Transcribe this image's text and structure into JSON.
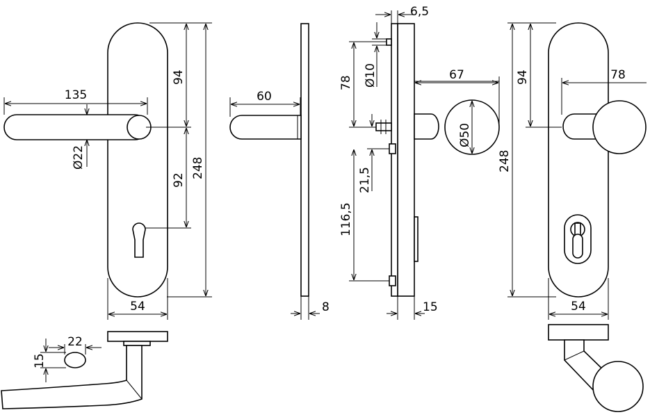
{
  "dimensions": {
    "handle_length": "135",
    "handle_diameter": "Ø22",
    "upper_to_spindle": "94",
    "spindle_to_keyhole": "92",
    "plate_height": "248",
    "plate_width": "54",
    "side_projection": "60",
    "plate_thickness": "8",
    "top_offset": "6,5",
    "pin_diameter": "Ø10",
    "top_to_spindle": "78",
    "knob_projection": "67",
    "knob_diameter": "Ø50",
    "spindle_to_screw": "21,5",
    "screw_to_bottom": "116,5",
    "outer_depth": "15",
    "knob_side_upper": "94",
    "knob_side_offset": "78",
    "knob_side_height": "248",
    "knob_side_width": "54",
    "section_width": "22",
    "section_height": "15"
  }
}
